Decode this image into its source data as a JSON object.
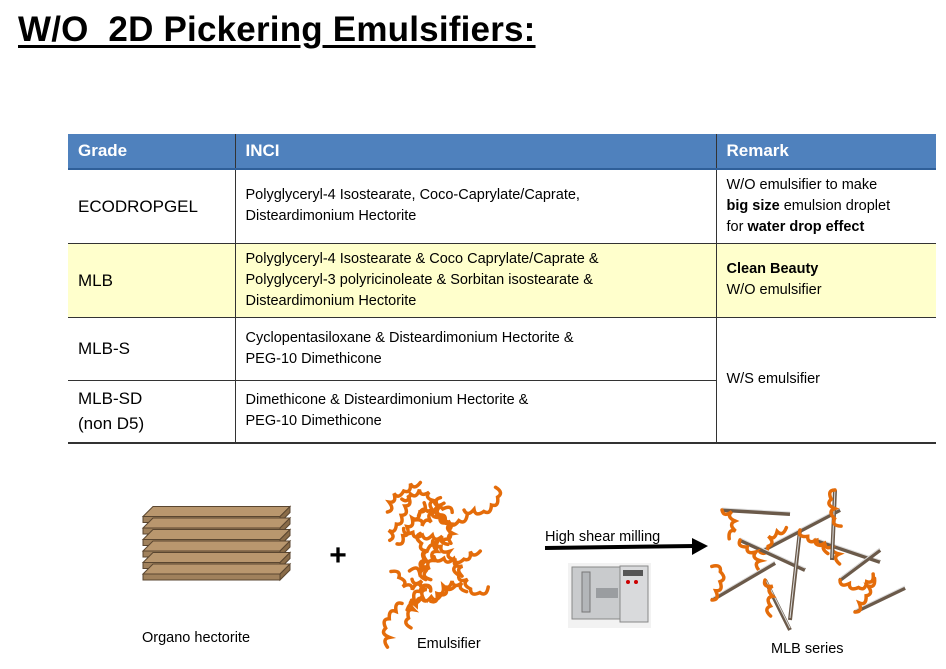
{
  "title": "W/O  2D Pickering Emulsifiers:",
  "table": {
    "headers": [
      "Grade",
      "INCI",
      "Remark"
    ],
    "rows": [
      {
        "grade": [
          "ECODROPGEL"
        ],
        "inci": [
          "Polyglyceryl-4 Isostearate, Coco-Caprylate/Caprate,",
          "Disteardimonium Hectorite"
        ],
        "remark": [
          [
            {
              "t": "W/O emulsifier to make",
              "b": false
            }
          ],
          [
            {
              "t": "big size",
              "b": true
            },
            {
              "t": " emulsion droplet",
              "b": false
            }
          ],
          [
            {
              "t": "for ",
              "b": false
            },
            {
              "t": "water drop effect",
              "b": true
            }
          ]
        ]
      },
      {
        "grade": [
          "MLB"
        ],
        "inci": [
          "Polyglyceryl-4 Isostearate & Coco Caprylate/Caprate &",
          "Polyglyceryl-3 polyricinoleate & Sorbitan isostearate &",
          "Disteardimonium Hectorite"
        ],
        "remark": [
          [
            {
              "t": "Clean Beauty",
              "b": true
            }
          ],
          [
            {
              "t": "W/O emulsifier",
              "b": false
            }
          ]
        ]
      },
      {
        "grade": [
          "MLB-S"
        ],
        "inci": [
          "Cyclopentasiloxane & Disteardimonium Hectorite &",
          "PEG-10 Dimethicone"
        ],
        "remark": [
          [
            {
              "t": "W/S emulsifier",
              "b": false
            }
          ]
        ]
      },
      {
        "grade": [
          "MLB-SD",
          "(non D5)"
        ],
        "inci": [
          "Dimethicone & Disteardimonium Hectorite &",
          "PEG-10 Dimethicone"
        ]
      }
    ]
  },
  "diagram": {
    "plus": "+",
    "process_label": "High shear milling",
    "labels": [
      "Organo hectorite",
      "Emulsifier",
      "MLB series"
    ],
    "colors": {
      "header": "#4f81bd",
      "highlight": "#ffffcc",
      "chain": "#e46c0a",
      "plate": "#a0815c"
    }
  }
}
